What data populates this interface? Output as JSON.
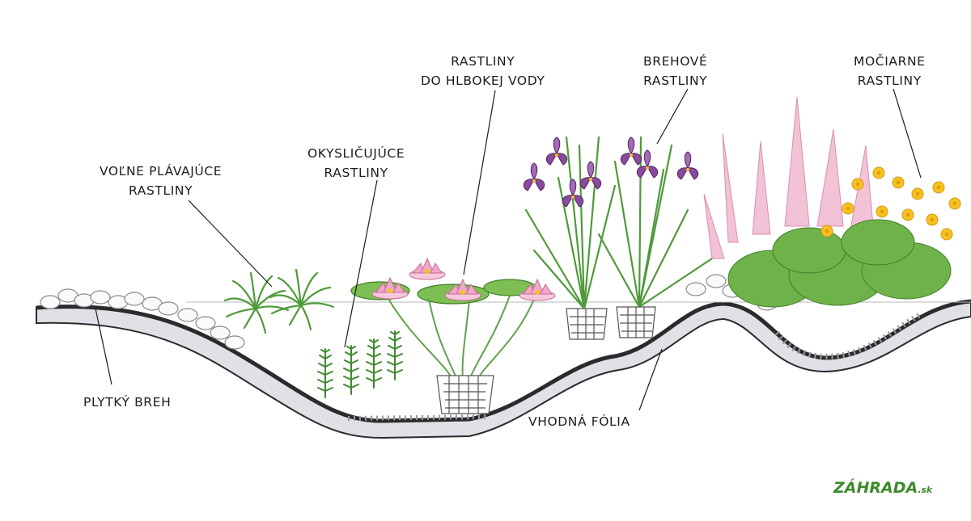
{
  "labels": {
    "shallow_bank": "PLYTKÝ BREH",
    "floating": [
      "VOĽNE PLÁVAJÚCE",
      "RASTLINY"
    ],
    "oxygenating": [
      "OKYSLIČUJÚCE",
      "RASTLINY"
    ],
    "deep_water": [
      "RASTLINY",
      "DO HLBOKEJ VODY"
    ],
    "bank": [
      "BREHOVÉ",
      "RASTLINY"
    ],
    "marsh": [
      "MOČIARNE",
      "RASTLINY"
    ],
    "liner": "VHODNÁ FÓLIA"
  },
  "logo": {
    "main": "ZÁHRADA",
    "suffix": ".sk"
  },
  "colors": {
    "liner_fill": "#e2e0e6",
    "liner_edge": "#2b2b2e",
    "grass_green": "#4f9a3a",
    "lily_pink": "#f1a7c8",
    "iris_purple": "#7b3d8e",
    "astilbe_pink": "#f2c2d6",
    "marigold_yellow": "#f6c21c"
  }
}
